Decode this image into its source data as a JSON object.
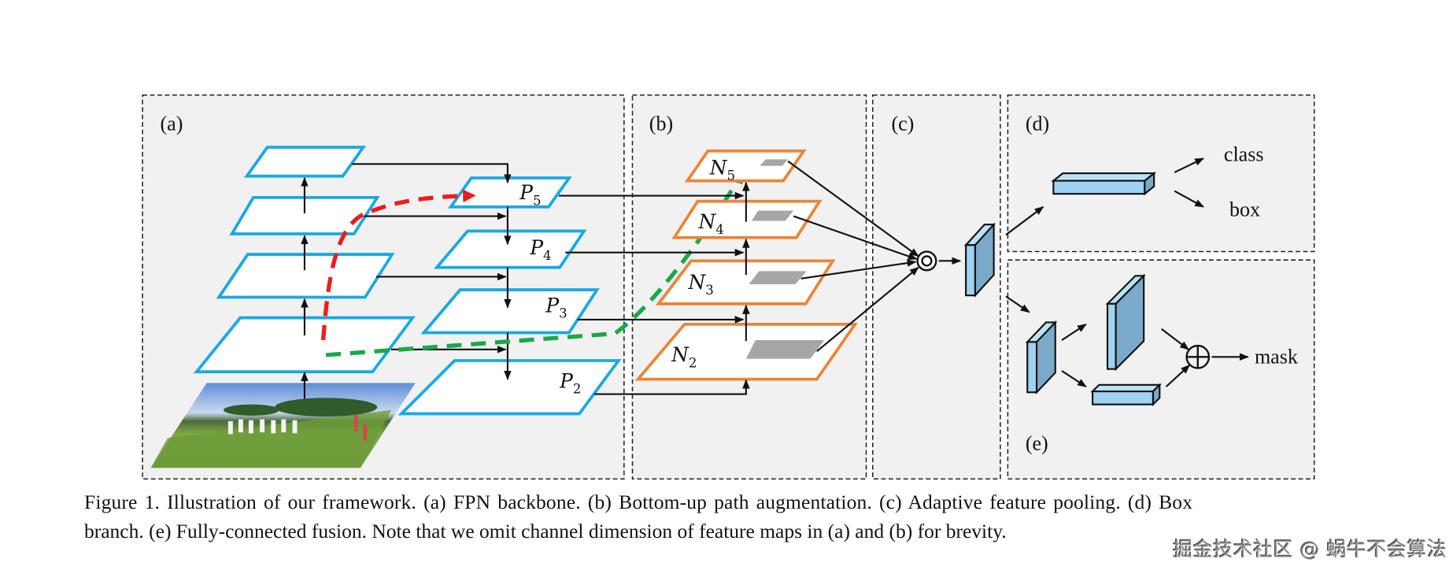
{
  "figure": {
    "panels": {
      "a": {
        "label": "(a)"
      },
      "b": {
        "label": "(b)"
      },
      "c": {
        "label": "(c)"
      },
      "d": {
        "label": "(d)"
      },
      "e": {
        "label": "(e)"
      }
    },
    "fpn_levels": [
      {
        "name": "P",
        "sub": "5"
      },
      {
        "name": "P",
        "sub": "4"
      },
      {
        "name": "P",
        "sub": "3"
      },
      {
        "name": "P",
        "sub": "2"
      }
    ],
    "bottom_up_levels": [
      {
        "name": "N",
        "sub": "5"
      },
      {
        "name": "N",
        "sub": "4"
      },
      {
        "name": "N",
        "sub": "3"
      },
      {
        "name": "N",
        "sub": "2"
      }
    ],
    "outputs": {
      "class": "class",
      "box": "box",
      "mask": "mask"
    },
    "colors": {
      "fpn_border": "#1aa9e1",
      "bottom_up_border": "#e8863a",
      "red_path": "#ee1c1c",
      "green_path": "#1aa84b",
      "fc_box": "#9ed3f2",
      "roi": "#a6a6a6",
      "panel_bg": "#f1f1f1"
    }
  },
  "caption": {
    "line1": "Figure 1. Illustration of our framework.  (a) FPN backbone.  (b) Bottom-up path augmentation.  (c) Adaptive feature pooling.  (d) Box",
    "line2": "branch. (e) Fully-connected fusion. Note that we omit channel dimension of feature maps in (a) and (b) for brevity."
  },
  "watermark": "掘金技术社区 @ 蜗牛不会算法"
}
